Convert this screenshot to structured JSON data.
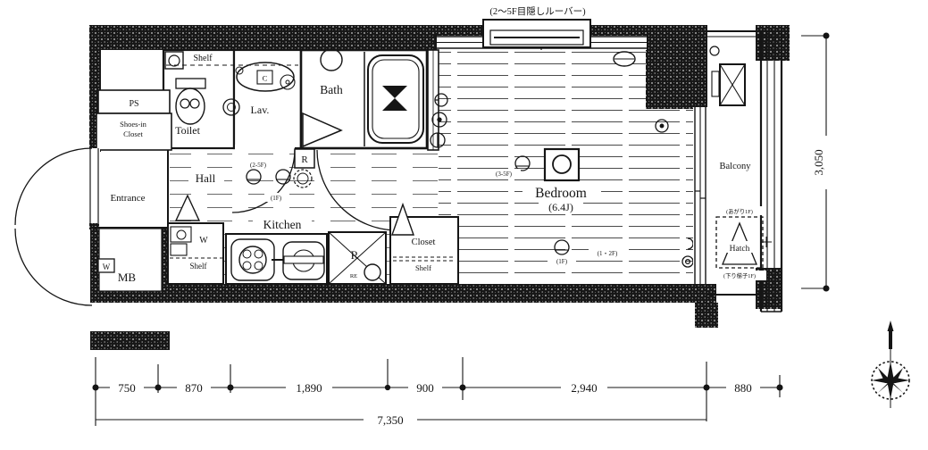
{
  "note_top": "(2〜5F目隠しルーバー)",
  "rooms": {
    "toilet": "Toilet",
    "toilet_shelf": "Shelf",
    "ps": "PS",
    "shoes_closet_1": "Shoes-in",
    "shoes_closet_2": "Closet",
    "lav": "Lav.",
    "lav_cabinet": "C",
    "bath": "Bath",
    "entrance": "Entrance",
    "hall": "Hall",
    "kitchen": "Kitchen",
    "mb": "MB",
    "mb_w": "W",
    "laundry_w": "W",
    "laundry_shelf": "Shelf",
    "fridge": "R",
    "fridge_re": "RE",
    "remote_r": "R",
    "closet": "Closet",
    "closet_shelf": "Shelf",
    "bedroom": "Bedroom",
    "bedroom_size": "(6.4J)",
    "balcony": "Balcony",
    "hatch": "Hatch",
    "hatch_note_top": "(あがり1F)",
    "hatch_note_bottom": "(下り梯子1F)"
  },
  "fixture_notes": {
    "f2_5": "(2-5F)",
    "f1": "(1F)",
    "f3_5": "(3-5F)",
    "f1_2": "(1・2F)",
    "f1b": "(1F)"
  },
  "dimensions": {
    "d750": "750",
    "d870": "870",
    "d1890": "1,890",
    "d900": "900",
    "d2940": "2,940",
    "d880": "880",
    "total_w": "7,350",
    "total_h": "3,050"
  },
  "colors": {
    "line": "#1a1a1a",
    "bg": "#ffffff"
  }
}
